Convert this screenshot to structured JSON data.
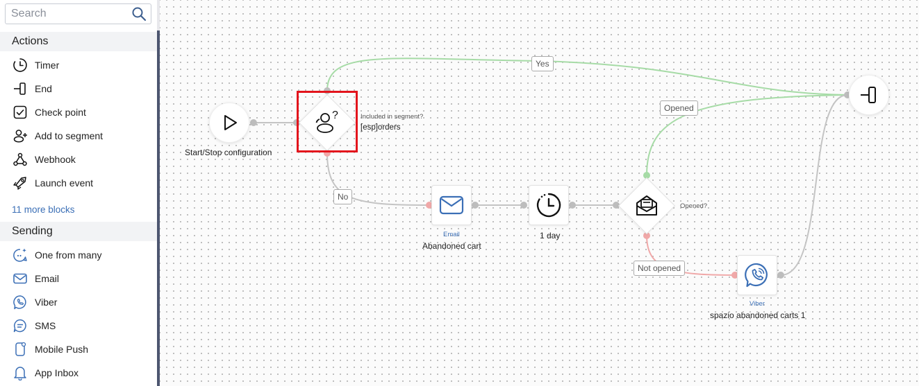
{
  "search": {
    "placeholder": "Search"
  },
  "sidebar": {
    "actions_header": "Actions",
    "actions": [
      {
        "label": "Timer",
        "icon": "timer-icon"
      },
      {
        "label": "End",
        "icon": "end-icon"
      },
      {
        "label": "Check point",
        "icon": "check-point-icon"
      },
      {
        "label": "Add to segment",
        "icon": "add-to-segment-icon"
      },
      {
        "label": "Webhook",
        "icon": "webhook-icon"
      },
      {
        "label": "Launch event",
        "icon": "launch-event-icon"
      }
    ],
    "more_blocks": "11 more blocks",
    "sending_header": "Sending",
    "sending": [
      {
        "label": "One from many",
        "icon": "one-from-many-icon"
      },
      {
        "label": "Email",
        "icon": "email-icon"
      },
      {
        "label": "Viber",
        "icon": "viber-icon"
      },
      {
        "label": "SMS",
        "icon": "sms-icon"
      },
      {
        "label": "Mobile Push",
        "icon": "mobile-push-icon"
      },
      {
        "label": "App Inbox",
        "icon": "app-inbox-icon"
      }
    ]
  },
  "flow": {
    "start_label": "Start/Stop configuration",
    "segment_question": "Included in segment?",
    "segment_name": "[esp]orders",
    "edge_yes": "Yes",
    "edge_no": "No",
    "edge_opened": "Opened",
    "edge_not_opened": "Not opened",
    "email_type": "Email",
    "email_name": "Abandoned cart",
    "timer_label": "1 day",
    "opened_question": "Opened?",
    "viber_type": "Viber",
    "viber_name": "spazio abandoned carts 1"
  },
  "colors": {
    "accent": "#3b6fb6",
    "yes_edge": "#a6dba6",
    "no_edge": "#f0a8a8",
    "neutral_edge": "#c4c4c4",
    "highlight": "#e3141c",
    "sidebar_edge": "#4d5670"
  }
}
